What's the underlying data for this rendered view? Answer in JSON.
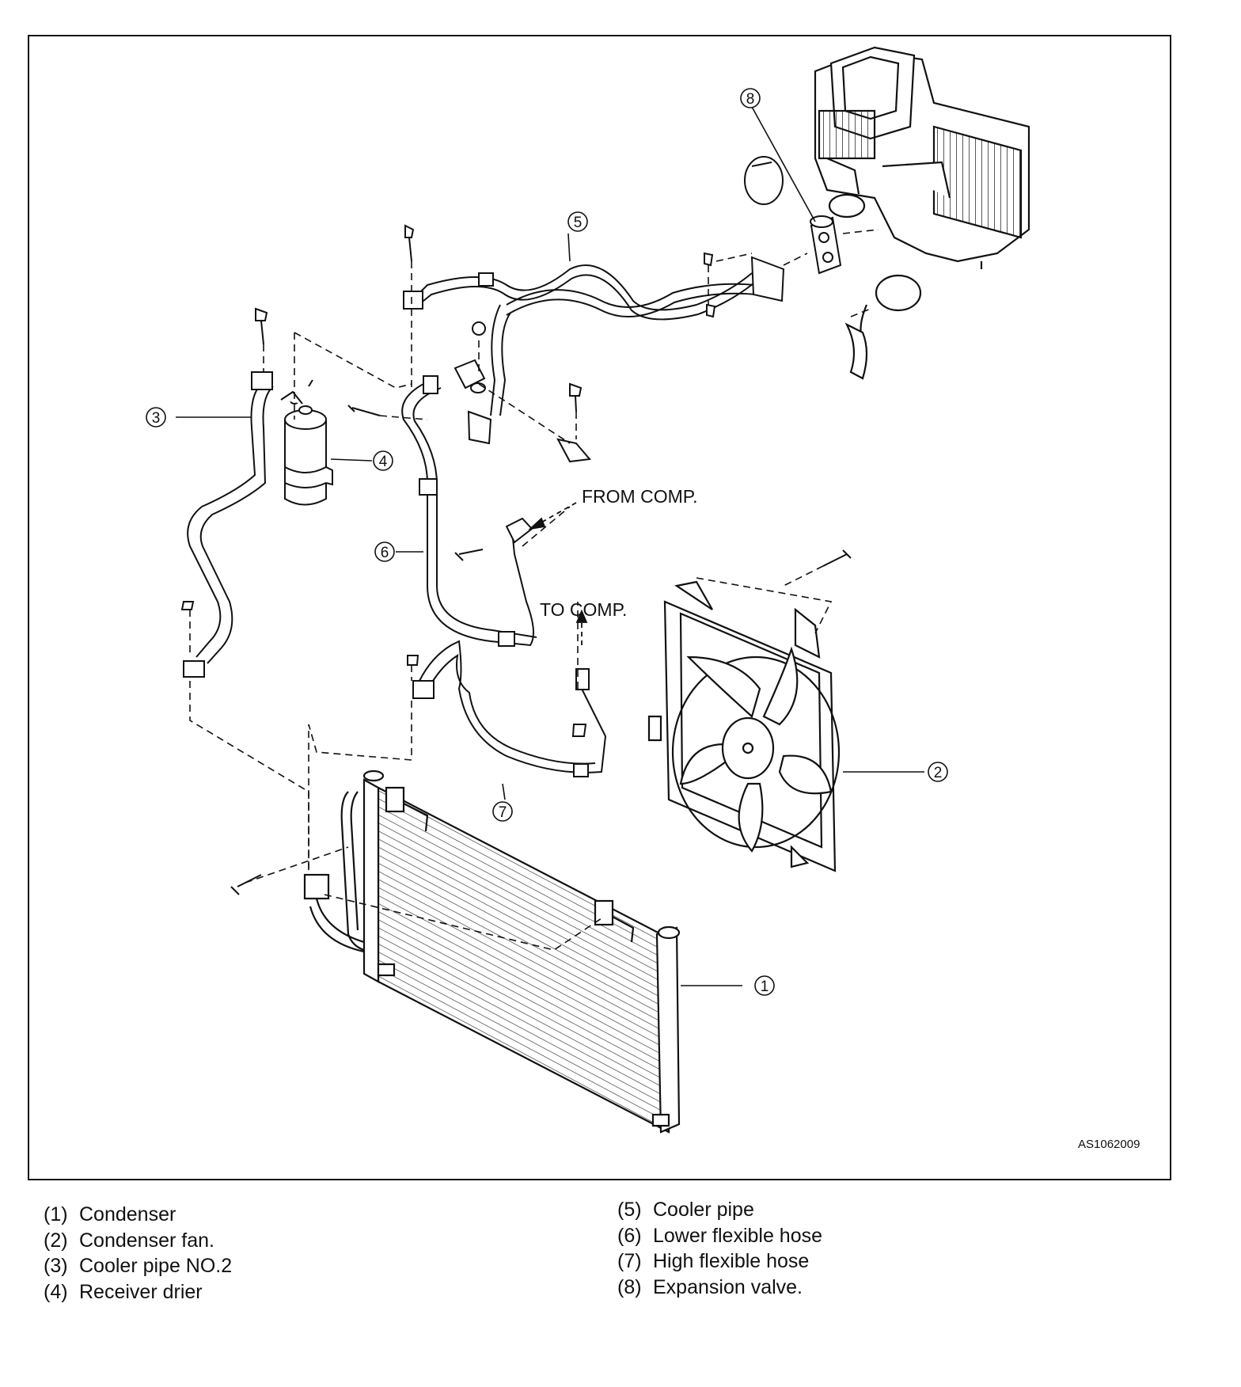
{
  "labels": {
    "from_comp": "FROM COMP.",
    "to_comp": "TO COMP.",
    "figure_code": "AS1062009"
  },
  "callouts": [
    {
      "num": "①",
      "part": "condenser"
    },
    {
      "num": "②",
      "part": "condenser-fan"
    },
    {
      "num": "③",
      "part": "cooler-pipe-no2"
    },
    {
      "num": "④",
      "part": "receiver-drier"
    },
    {
      "num": "⑤",
      "part": "cooler-pipe"
    },
    {
      "num": "⑥",
      "part": "lower-flexible-hose"
    },
    {
      "num": "⑦",
      "part": "high-flexible-hose"
    },
    {
      "num": "⑧",
      "part": "expansion-valve"
    }
  ],
  "legend": {
    "left": [
      {
        "num": "(1)",
        "text": "Condenser"
      },
      {
        "num": "(2)",
        "text": "Condenser fan."
      },
      {
        "num": "(3)",
        "text": "Cooler pipe NO.2"
      },
      {
        "num": "(4)",
        "text": "Receiver drier"
      }
    ],
    "right": [
      {
        "num": "(5)",
        "text": "Cooler pipe"
      },
      {
        "num": "(6)",
        "text": "Lower flexible hose"
      },
      {
        "num": "(7)",
        "text": "High flexible hose"
      },
      {
        "num": "(8)",
        "text": "Expansion valve."
      }
    ]
  }
}
